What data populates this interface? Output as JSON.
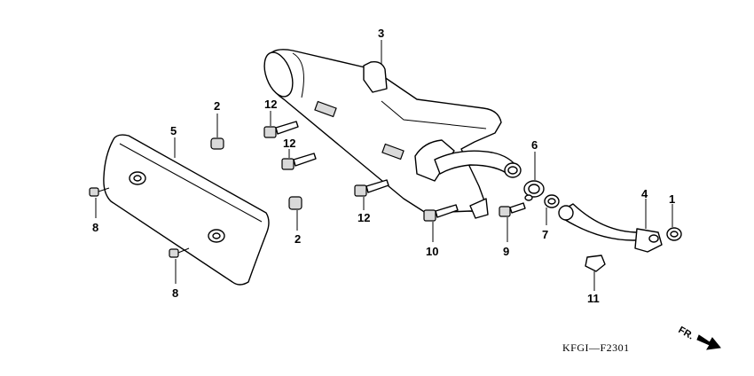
{
  "callouts": {
    "c1": "1",
    "c2a": "2",
    "c2b": "2",
    "c3": "3",
    "c4": "4",
    "c5": "5",
    "c6": "6",
    "c7": "7",
    "c8a": "8",
    "c8b": "8",
    "c9": "9",
    "c10": "10",
    "c11": "11",
    "c12a": "12",
    "c12b": "12",
    "c12c": "12"
  },
  "drawing_code": "KFGI—F2301",
  "direction_label": "FR."
}
